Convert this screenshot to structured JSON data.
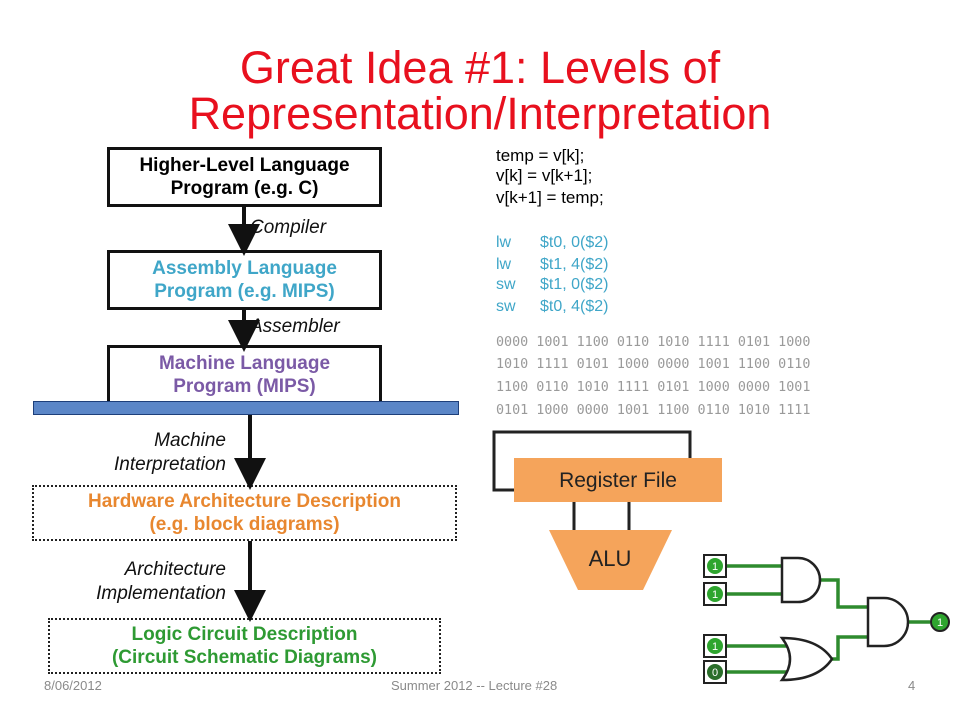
{
  "title": {
    "line1": "Great Idea #1: Levels of",
    "line2": "Representation/Interpretation"
  },
  "levels": [
    {
      "line1": "Higher-Level Language",
      "line2": "Program (e.g.  C)",
      "color": "#1a1a1a"
    },
    {
      "line1": "Assembly Language",
      "line2": "Program (e.g.  MIPS)",
      "color": "#3fa6c8"
    },
    {
      "line1": "Machine Language",
      "line2": "Program (MIPS)",
      "color": "#7b5aa6"
    },
    {
      "line1": "Hardware Architecture Description",
      "line2": "(e.g.  block diagrams)",
      "color": "#e8872f"
    },
    {
      "line1": "Logic Circuit Description",
      "line2": "(Circuit Schematic Diagrams)",
      "color": "#2e9a33"
    }
  ],
  "steps": {
    "compiler": "Compiler",
    "assembler": "Assembler",
    "machine_interp_1": "Machine",
    "machine_interp_2": "Interpretation",
    "arch_impl_1": "Architecture",
    "arch_impl_2": "Implementation"
  },
  "c_code": [
    "temp = v[k];",
    "v[k] = v[k+1];",
    "v[k+1] = temp;"
  ],
  "asm_code": [
    {
      "op": "lw",
      "args": "$t0, 0($2)"
    },
    {
      "op": "lw",
      "args": "$t1, 4($2)"
    },
    {
      "op": "sw",
      "args": "$t1, 0($2)"
    },
    {
      "op": "sw",
      "args": "$t0, 4($2)"
    }
  ],
  "binary": [
    "0000 1001 1100 0110 1010 1111 0101 1000",
    "1010 1111 0101 1000 0000 1001 1100 0110",
    "1100 0110 1010 1111 0101 1000 0000 1001",
    "0101 1000 0000 1001 1100 0110 1010 1111"
  ],
  "block_diagram": {
    "register_file": "Register File",
    "alu": "ALU",
    "fill": "#f5a45b"
  },
  "circuit": {
    "inputs": [
      "1",
      "1",
      "1",
      "0"
    ],
    "output": "1",
    "wire_color": "#2e8b2e"
  },
  "footer": {
    "date": "8/06/2012",
    "center": "Summer 2012 -- Lecture #28",
    "page": "4"
  }
}
